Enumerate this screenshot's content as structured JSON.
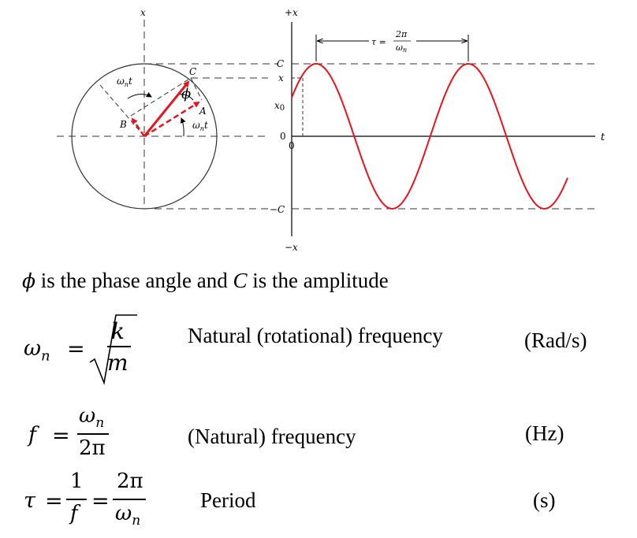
{
  "diagram": {
    "circle_labels": {
      "x_axis": "x",
      "point_c": "C",
      "point_a": "A",
      "point_b": "B",
      "angle_top": "ω",
      "angle_top_sub": "n",
      "angle_top_t": "t",
      "angle_right": "ω",
      "angle_right_sub": "n",
      "angle_right_t": "t",
      "phi": "ϕ"
    },
    "wave_labels": {
      "plus_x": "+x",
      "minus_x": "−x",
      "t_axis": "t",
      "c_level": "C",
      "x_level": "x",
      "x0_level": "x",
      "x0_sub": "0",
      "zero_level": "0",
      "zero_time": "0",
      "minus_c_level": "−C",
      "tau": "τ =",
      "tau_num": "2π",
      "tau_den": "ω",
      "tau_den_sub": "n"
    },
    "colors": {
      "curve": "#e8141c",
      "arrow": "#e8141c",
      "lines": "#333333"
    }
  },
  "caption": {
    "phi": "ϕ",
    "text1": " is the phase angle and ",
    "c": "C",
    "text2": " is the amplitude"
  },
  "formulas": [
    {
      "lhs": "ω",
      "lhs_sub": "n",
      "eq": "=",
      "num": "k",
      "den": "m",
      "description": "Natural (rotational) frequency",
      "unit": "(Rad/s)"
    },
    {
      "lhs": "f",
      "eq": "=",
      "num": "ω",
      "num_sub": "n",
      "den": "2π",
      "description": "(Natural) frequency",
      "unit": "(Hz)"
    },
    {
      "lhs": "τ",
      "eq1": "=",
      "num1": "1",
      "den1": "f",
      "eq2": "=",
      "num2": "2π",
      "den2": "ω",
      "den2_sub": "n",
      "description": "Period",
      "unit": "(s)"
    }
  ]
}
